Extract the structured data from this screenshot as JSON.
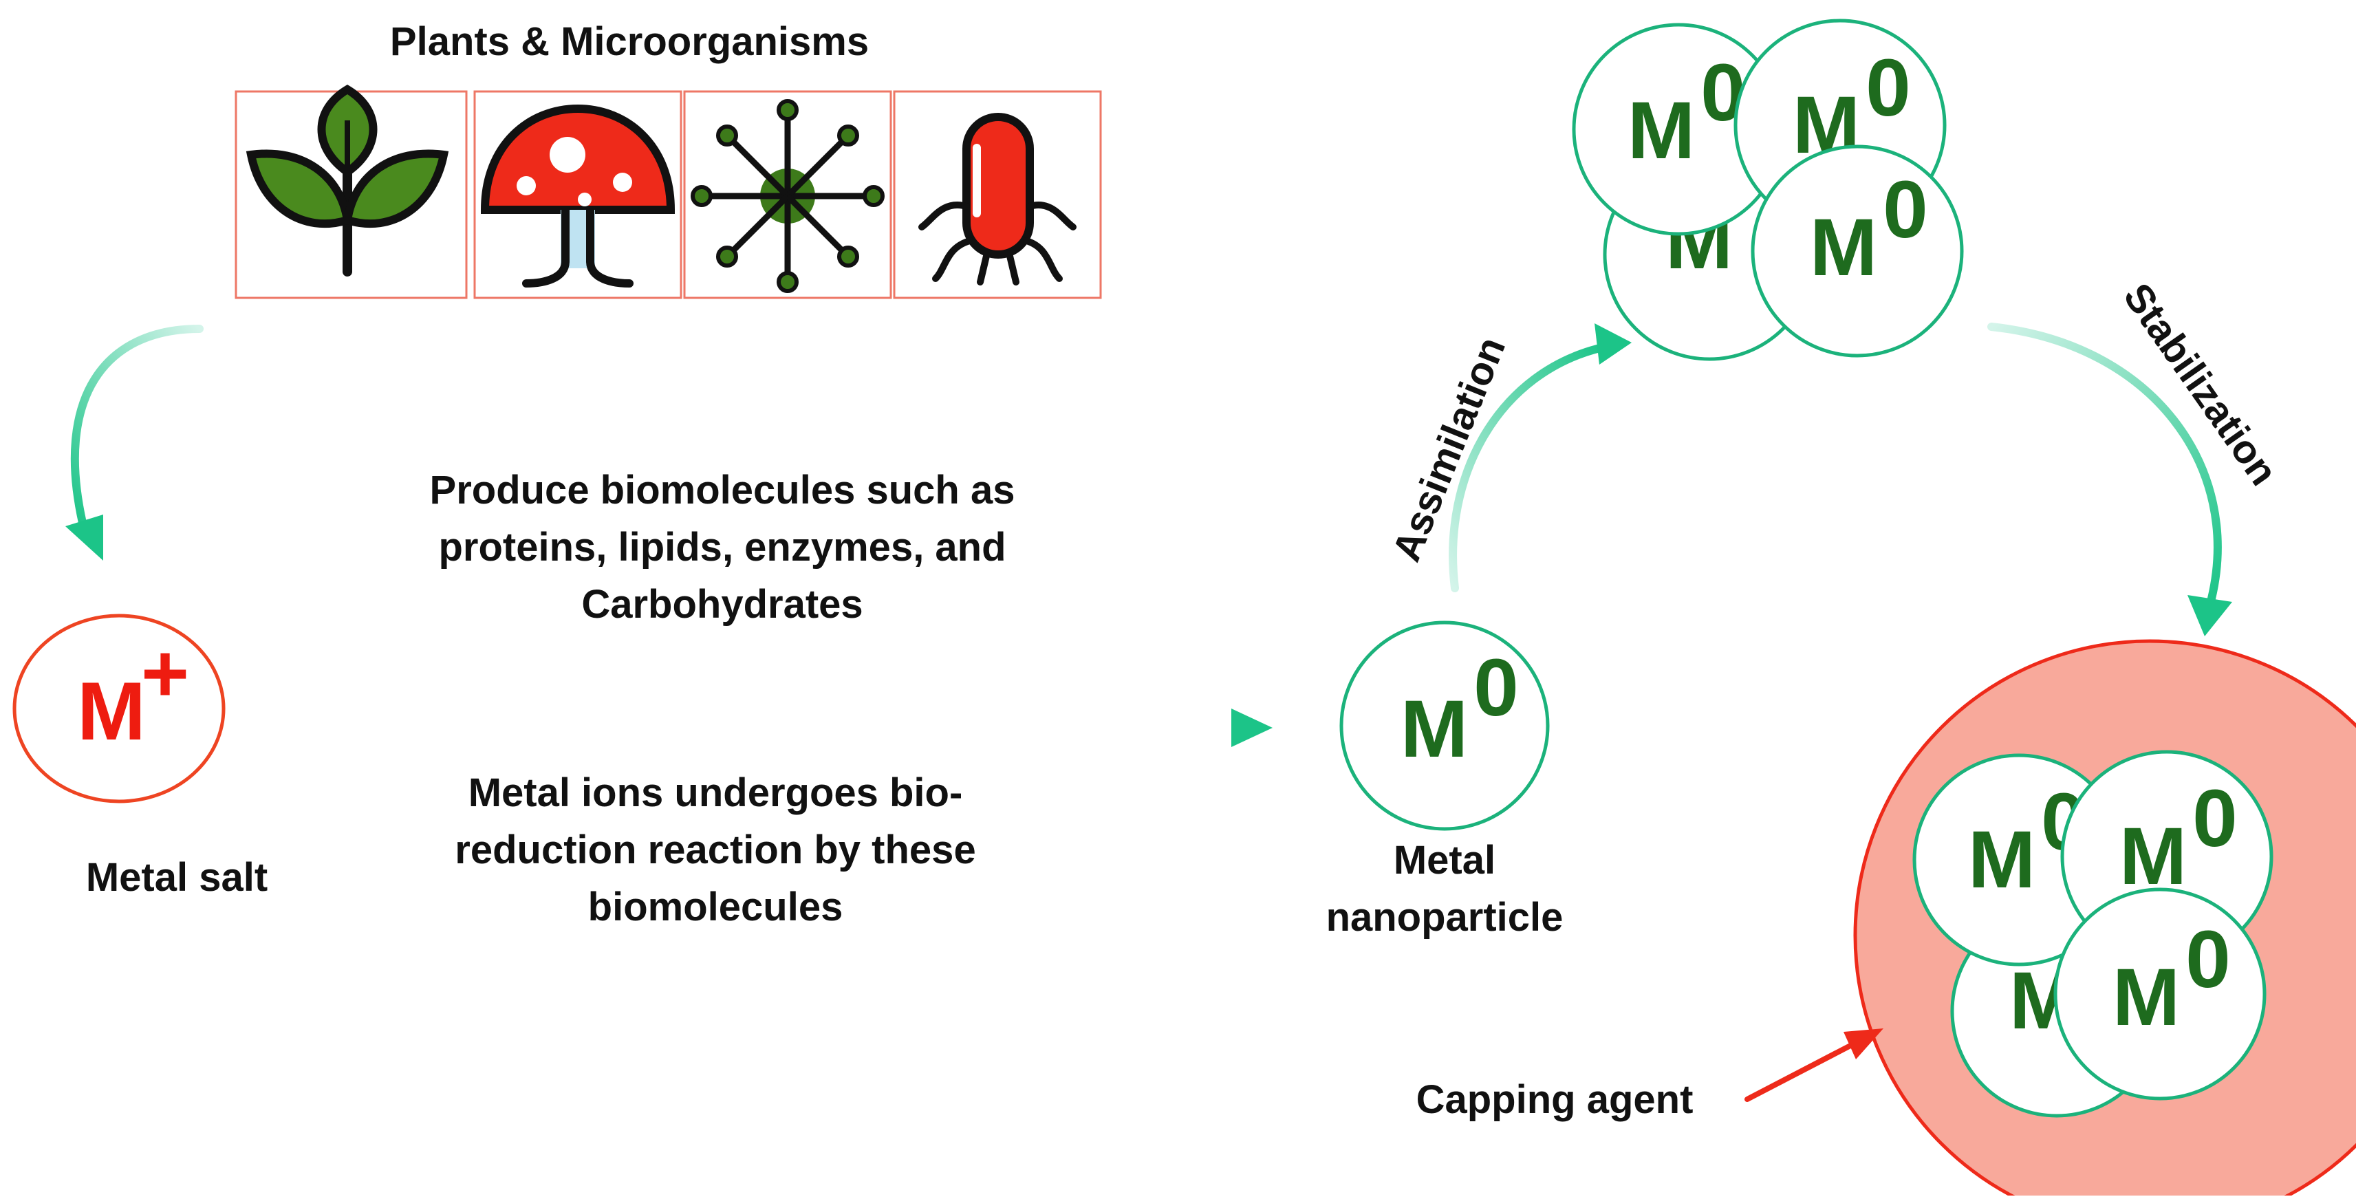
{
  "title": "Plants & Microorganisms",
  "sources": [
    {
      "icon": "plant-leaves-icon"
    },
    {
      "icon": "mushroom-icon"
    },
    {
      "icon": "microbe-icon"
    },
    {
      "icon": "bacterium-icon"
    }
  ],
  "metal_salt": {
    "symbol": "M",
    "charge": "+",
    "label": "Metal salt"
  },
  "biomolecules_text": [
    "Produce biomolecules such as",
    "proteins, lipids, enzymes, and",
    "Carbohydrates"
  ],
  "reduction_text": [
    "Metal ions undergoes bio-",
    "reduction reaction by these",
    "biomolecules"
  ],
  "nanoparticle": {
    "symbol": "M",
    "superscript": "0",
    "label_line1": "Metal",
    "label_line2": "nanoparticle"
  },
  "cluster_labels": {
    "a": "M",
    "b": "M",
    "c": "M",
    "d": "M",
    "sup": "0"
  },
  "assimilation": "Assimilation",
  "stabilization": "Stabilization",
  "capping_agent": "Capping agent",
  "colors": {
    "green_arrow": "#1cc488",
    "green_text": "#1e6b1e",
    "ring_green": "#1bb27b",
    "red": "#ee1c10",
    "salmon_fill": "#f8a99b",
    "icon_border": "#ee7766"
  }
}
